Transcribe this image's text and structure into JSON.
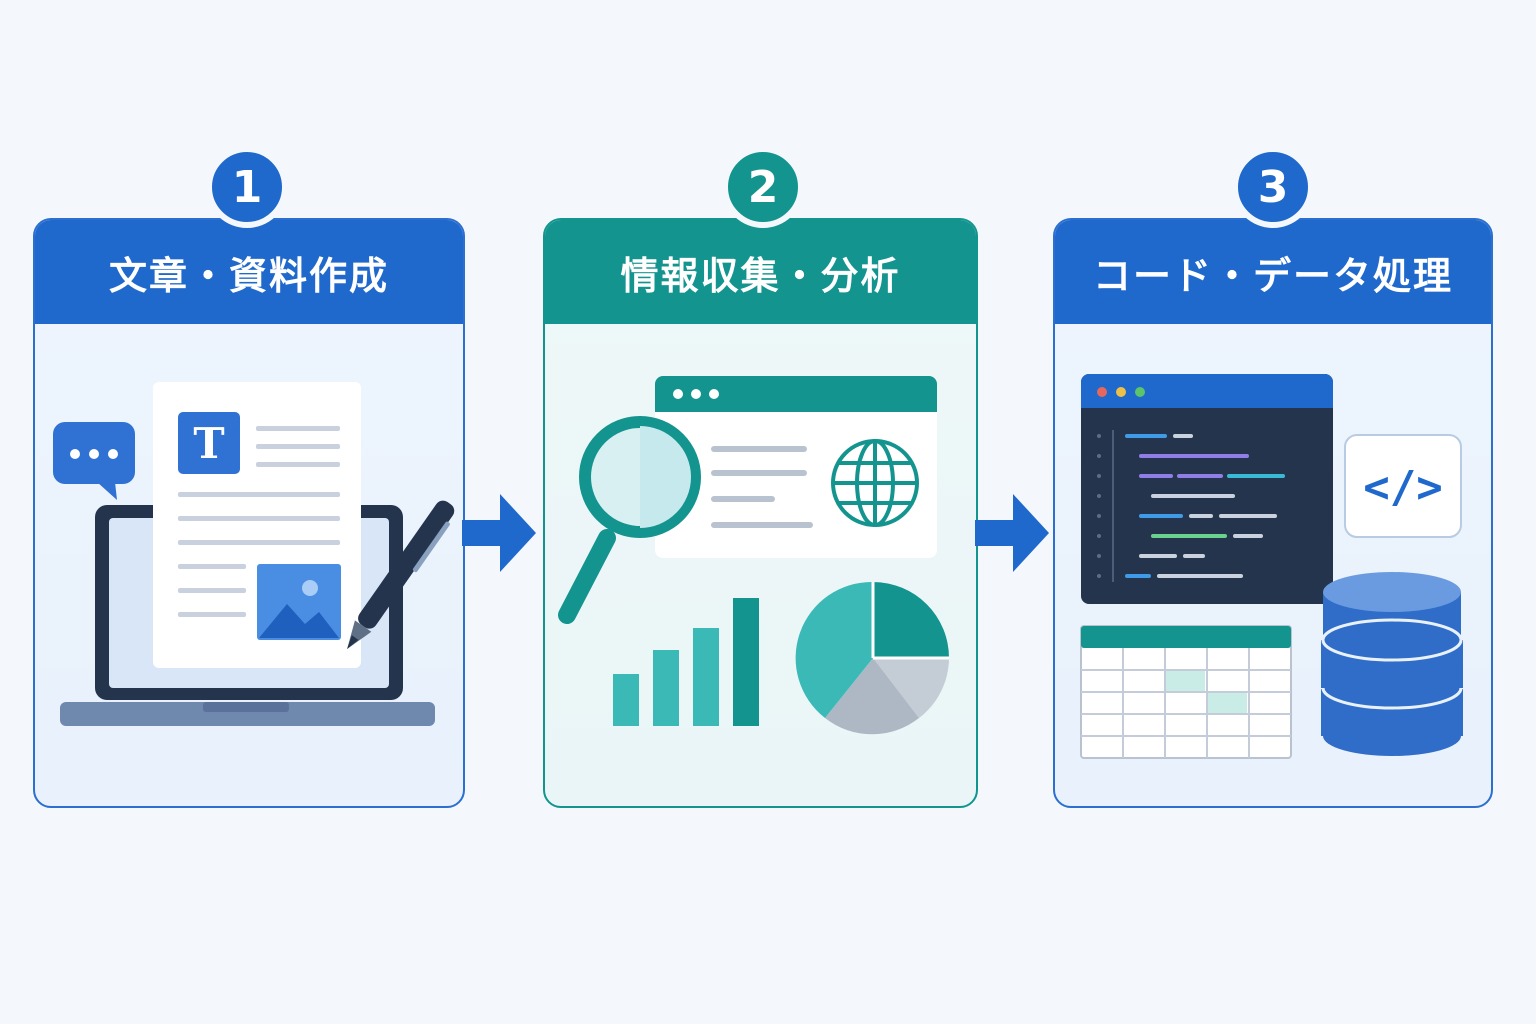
{
  "steps": [
    {
      "number": "1",
      "title": "文章・資料作成",
      "doc_icon_letter": "T",
      "icons": [
        "chat-bubble-icon",
        "document-icon",
        "image-icon",
        "pen-icon",
        "laptop-icon"
      ]
    },
    {
      "number": "2",
      "title": "情報収集・分析",
      "icons": [
        "browser-window-icon",
        "magnifier-icon",
        "globe-icon",
        "bar-chart-icon",
        "pie-chart-icon"
      ]
    },
    {
      "number": "3",
      "title": "コード・データ処理",
      "code_tag": "</>",
      "icons": [
        "code-editor-icon",
        "code-tag-icon",
        "spreadsheet-icon",
        "database-icon"
      ]
    }
  ],
  "colors": {
    "blue": "#1f68cc",
    "teal": "#13948f",
    "navy": "#24344d"
  }
}
